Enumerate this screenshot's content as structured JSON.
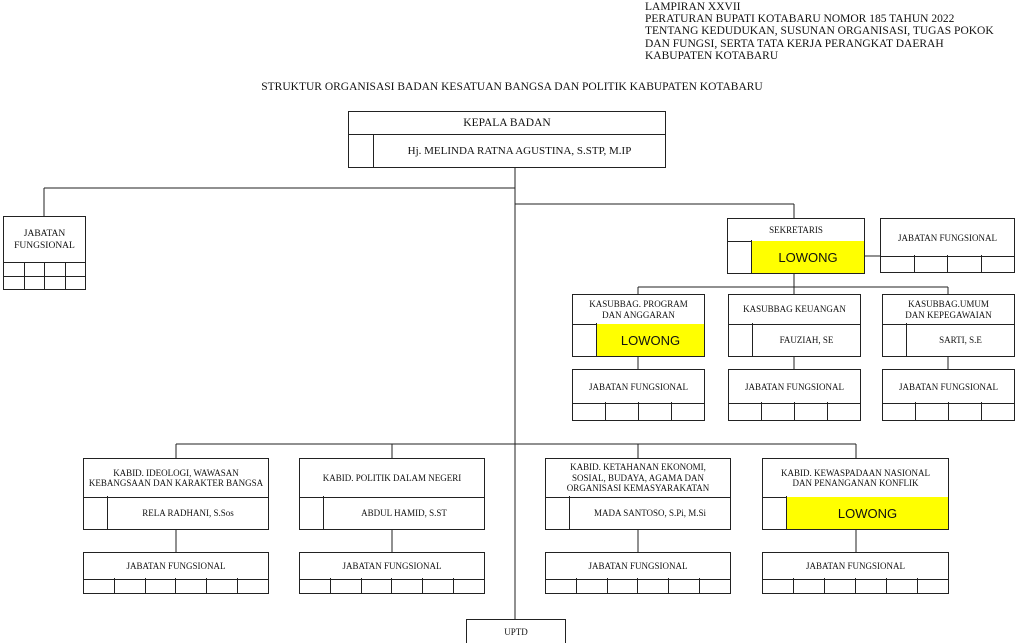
{
  "header": {
    "lines": [
      "LAMPIRAN XXVII",
      "PERATURAN BUPATI KOTABARU NOMOR 185 TAHUN 2022",
      "TENTANG KEDUDUKAN, SUSUNAN ORGANISASI, TUGAS POKOK",
      "DAN FUNGSI, SERTA TATA KERJA PERANGKAT DAERAH",
      "KABUPATEN KOTABARU"
    ]
  },
  "title": "STRUKTUR ORGANISASI BADAN KESATUAN BANGSA DAN POLITIK KABUPATEN KOTABARU",
  "kepala": {
    "position": "KEPALA BADAN",
    "name": "Hj. MELINDA RATNA AGUSTINA, S.STP, M.IP"
  },
  "jf_left": {
    "label_line1": "JABATAN",
    "label_line2": "FUNGSIONAL"
  },
  "sekretaris": {
    "position": "SEKRETARIS",
    "name": "LOWONG"
  },
  "jf_sekretaris": {
    "label": "JABATAN FUNGSIONAL"
  },
  "subbag": [
    {
      "position_line1": "KASUBBAG. PROGRAM",
      "position_line2": "DAN ANGGARAN",
      "name": "LOWONG"
    },
    {
      "position_line1": "KASUBBAG KEUANGAN",
      "position_line2": "",
      "name": "FAUZIAH, SE"
    },
    {
      "position_line1": "KASUBBAG.UMUM",
      "position_line2": "DAN KEPEGAWAIAN",
      "name": "SARTI, S.E"
    }
  ],
  "jf_subbag": [
    {
      "label": "JABATAN FUNGSIONAL"
    },
    {
      "label": "JABATAN FUNGSIONAL"
    },
    {
      "label": "JABATAN FUNGSIONAL"
    }
  ],
  "bidang": [
    {
      "position_line1": "KABID. IDEOLOGI, WAWASAN",
      "position_line2": "KEBANGSAAN DAN KARAKTER BANGSA",
      "position_line3": "",
      "name": "RELA RADHANI, S.Sos"
    },
    {
      "position_line1": "KABID. POLITIK DALAM NEGERI",
      "position_line2": "",
      "position_line3": "",
      "name": "ABDUL HAMID, S.ST"
    },
    {
      "position_line1": "KABID. KETAHANAN EKONOMI,",
      "position_line2": "SOSIAL, BUDAYA, AGAMA DAN",
      "position_line3": "ORGANISASI KEMASYARAKATAN",
      "name": "MADA SANTOSO, S.Pi, M.Si"
    },
    {
      "position_line1": "KABID. KEWASPADAAN NASIONAL",
      "position_line2": "DAN PENANGANAN KONFLIK",
      "position_line3": "",
      "name": "LOWONG"
    }
  ],
  "jf_bidang": [
    {
      "label": "JABATAN FUNGSIONAL"
    },
    {
      "label": "JABATAN FUNGSIONAL"
    },
    {
      "label": "JABATAN FUNGSIONAL"
    },
    {
      "label": "JABATAN FUNGSIONAL"
    }
  ],
  "uptd": {
    "label": "UPTD"
  },
  "colors": {
    "vacant": "#ffff00",
    "line": "#222222"
  }
}
